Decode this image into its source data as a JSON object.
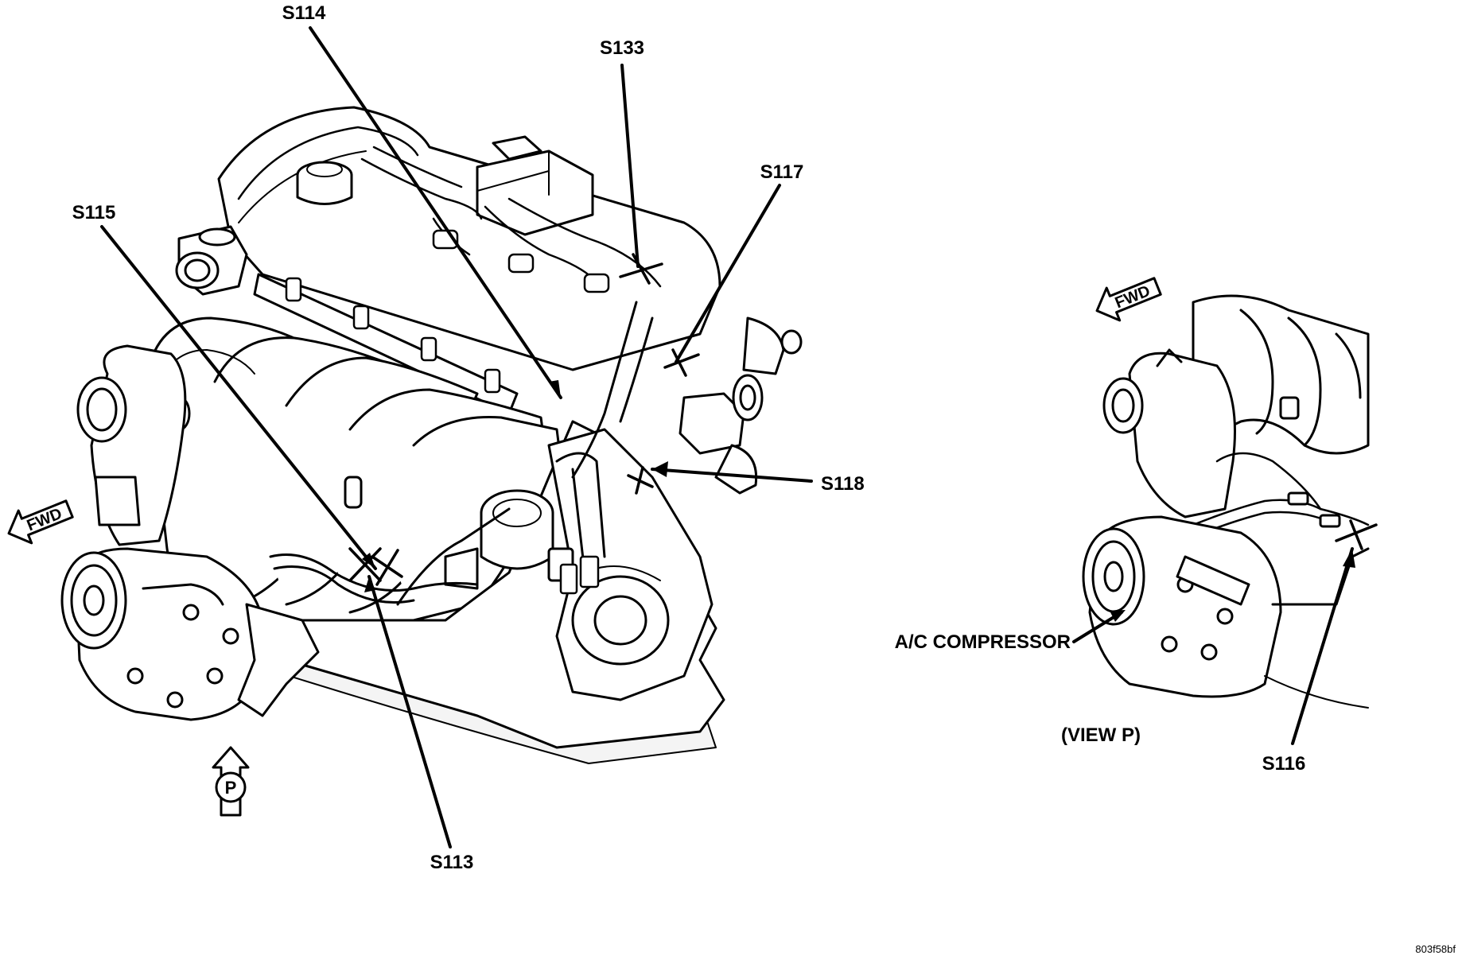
{
  "labels": {
    "s114": "S114",
    "s133": "S133",
    "s117": "S117",
    "s115": "S115",
    "s118": "S118",
    "s113": "S113",
    "s116": "S116",
    "ac_compressor": "A/C COMPRESSOR",
    "view_p": "(VIEW P)",
    "fwd_left": "FWD",
    "fwd_right": "FWD",
    "view_arrow_letter": "P",
    "figure_id": "803f58bf"
  }
}
